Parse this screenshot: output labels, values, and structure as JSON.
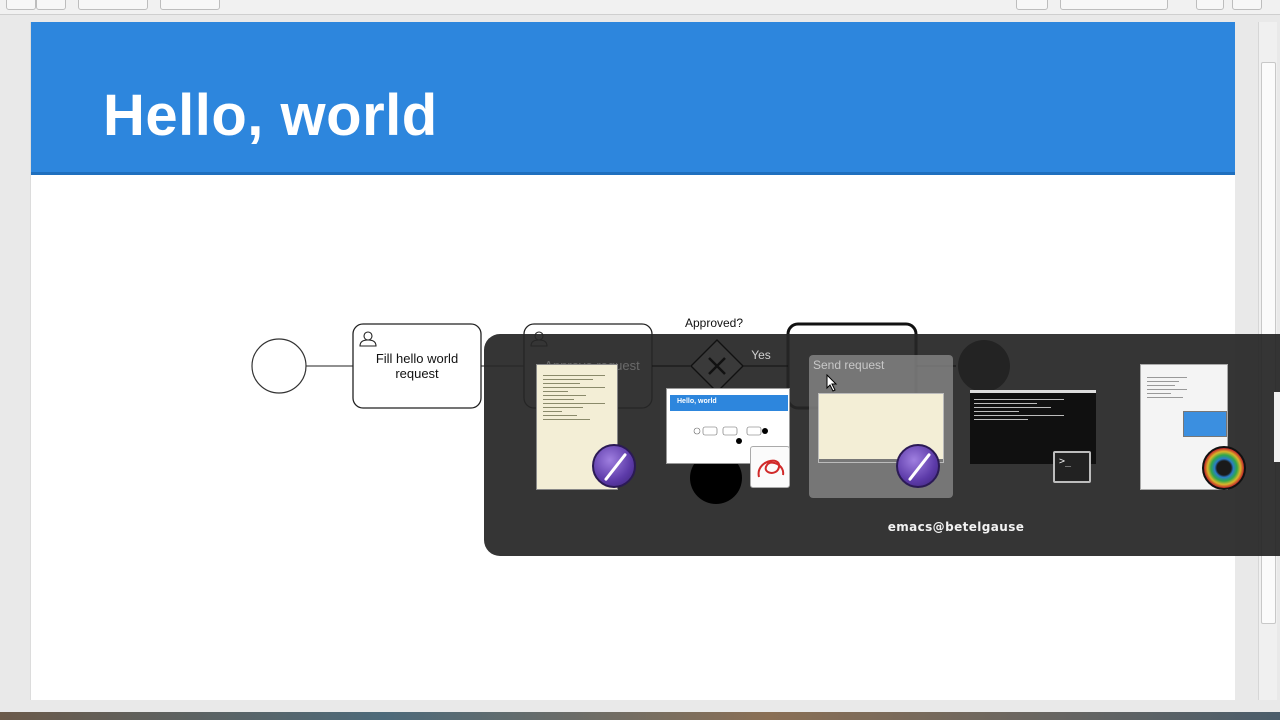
{
  "slide": {
    "title": "Hello, world"
  },
  "diagram": {
    "task_fill": "Fill hello world request",
    "task_approve": "Approve request",
    "gateway_label": "Approved?",
    "flow_yes": "Yes",
    "task_send": "Send request"
  },
  "switcher": {
    "active_app": "emacs@betelgause",
    "thumb_slide_title": "Hello, world"
  },
  "colors": {
    "header_blue": "#2d86dd",
    "switcher_bg": "#262626"
  }
}
